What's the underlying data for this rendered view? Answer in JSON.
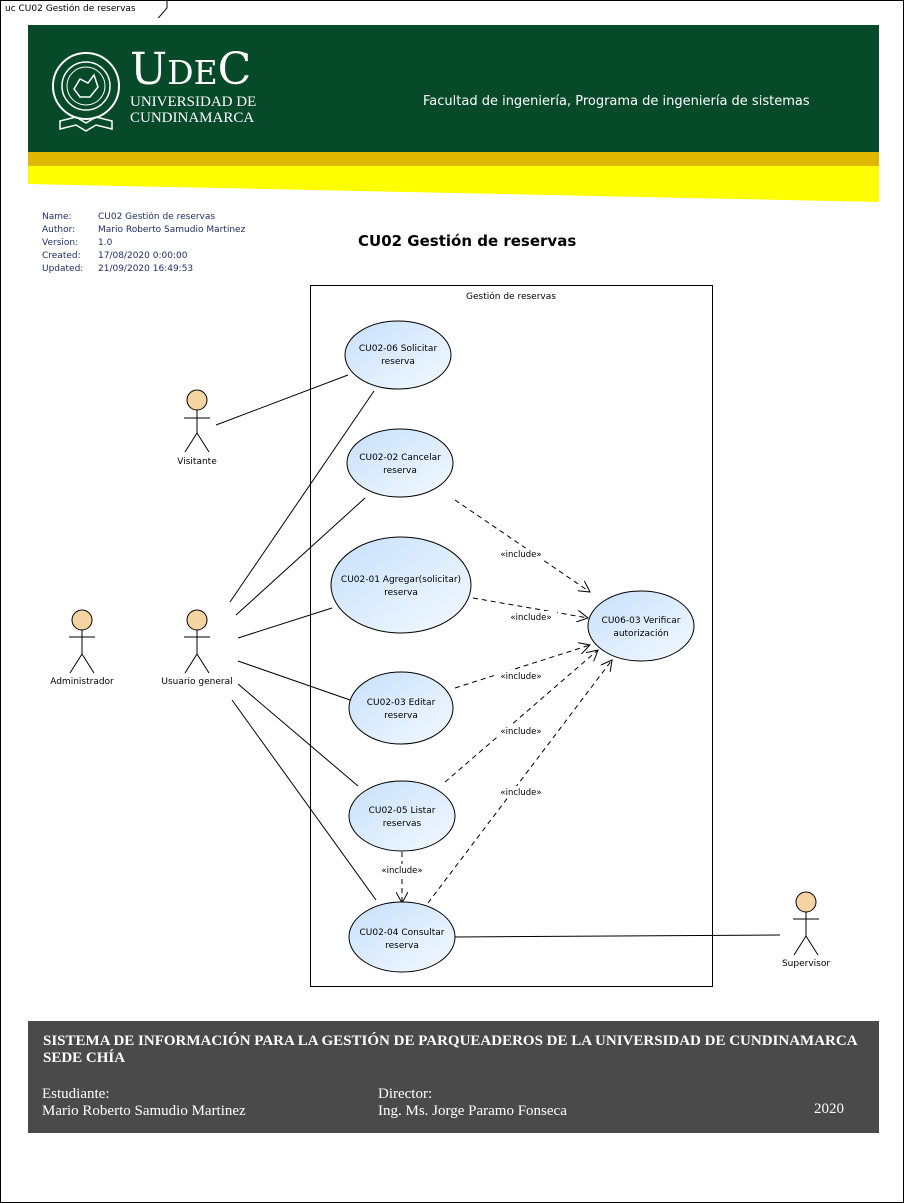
{
  "frame_tab": "uc CU02 Gestión de reservas",
  "header": {
    "logo_udec": [
      "U",
      "D",
      "E",
      "C"
    ],
    "logo_line1": "UNIVERSIDAD DE",
    "logo_line2": "CUNDINAMARCA",
    "faculty": "Facultad de ingeniería, Programa de ingeniería de sistemas",
    "colors": {
      "green": "#064a2a",
      "gold": "#e0b800",
      "yellow": "#ffff00"
    }
  },
  "metadata": [
    {
      "label": "Name:",
      "value": "CU02 Gestión de reservas"
    },
    {
      "label": "Author:",
      "value": "Mario Roberto Samudio Martinez"
    },
    {
      "label": "Version:",
      "value": "1.0"
    },
    {
      "label": "Created:",
      "value": "17/08/2020 0:00:00"
    },
    {
      "label": "Updated:",
      "value": "21/09/2020 16:49:53"
    }
  ],
  "diagram": {
    "title": "CU02 Gestión de reservas",
    "boundary_label": "Gestión de reservas",
    "actors": {
      "visitante": "Visitante",
      "administrador": "Administrador",
      "usuario_general": "Usuario general",
      "supervisor": "Supervisor"
    },
    "use_cases": {
      "solicitar": [
        "CU02-06 Solicitar",
        "reserva"
      ],
      "cancelar": [
        "CU02-02 Cancelar",
        "reserva"
      ],
      "agregar": [
        "CU02-01 Agregar(solicitar)",
        "reserva"
      ],
      "editar": [
        "CU02-03 Editar",
        "reserva"
      ],
      "listar": [
        "CU02-05 Listar",
        "reservas"
      ],
      "consultar": [
        "CU02-04 Consultar",
        "reserva"
      ],
      "verificar": [
        "CU06-03 Verificar",
        "autorización"
      ]
    },
    "include_label": "«include»"
  },
  "footer": {
    "title": "SISTEMA DE INFORMACIÓN PARA LA GESTIÓN DE PARQUEADEROS DE LA UNIVERSIDAD DE CUNDINAMARCA SEDE CHÍA",
    "student_label": "Estudiante:",
    "student_name": "Mario Roberto Samudio Martinez",
    "director_label": "Director:",
    "director_name": "Ing. Ms. Jorge Paramo Fonseca",
    "year": "2020"
  }
}
